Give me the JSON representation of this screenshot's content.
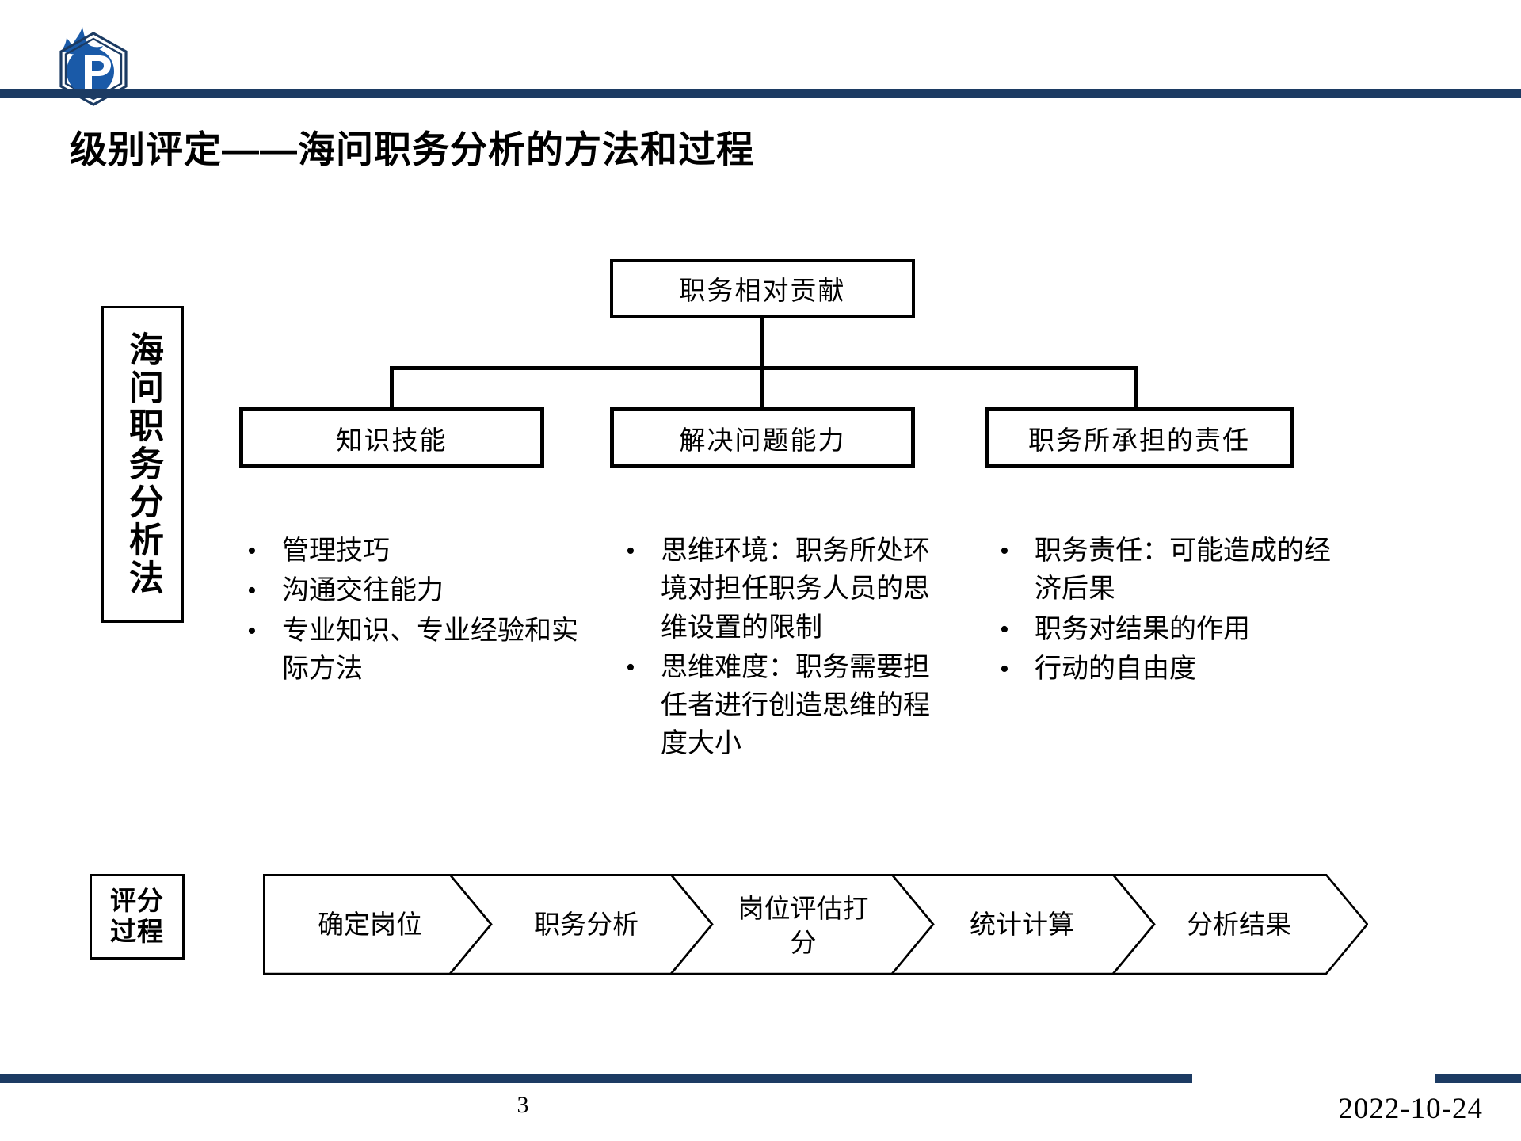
{
  "header": {
    "logo_icon": "hexagon-flame-p-logo",
    "rule_color": "#1c3b63",
    "title": "级别评定——海问职务分析的方法和过程"
  },
  "tree": {
    "top_box": "职务相对贡献",
    "branches": [
      {
        "label": "知识技能"
      },
      {
        "label": "解决问题能力"
      },
      {
        "label": "职务所承担的责任"
      }
    ]
  },
  "side_label": {
    "text": "海问职务分析法"
  },
  "columns": [
    {
      "bullet_glyph": "•",
      "items": [
        "管理技巧",
        "沟通交往能力",
        "专业知识、专业经验和实际方法"
      ]
    },
    {
      "bullet_glyph": "•",
      "items": [
        "思维环境：职务所处环境对担任职务人员的思维设置的限制",
        "思维难度：职务需要担任者进行创造思维的程度大小"
      ]
    },
    {
      "bullet_glyph": "•",
      "items": [
        "职务责任：可能造成的经济后果",
        "职务对结果的作用",
        "行动的自由度"
      ]
    }
  ],
  "process": {
    "label_line1": "评分",
    "label_line2": "过程",
    "steps": [
      {
        "label": "确定岗位",
        "lines": [
          "确定岗位"
        ]
      },
      {
        "label": "职务分析",
        "lines": [
          "职务分析"
        ]
      },
      {
        "label": "岗位评估打分",
        "lines": [
          "岗位评估打",
          "分"
        ]
      },
      {
        "label": "统计计算",
        "lines": [
          "统计计算"
        ]
      },
      {
        "label": "分析结果",
        "lines": [
          "分析结果"
        ]
      }
    ]
  },
  "footer": {
    "page_number": "3",
    "date": "2022-10-24",
    "rule_color": "#1c3b63"
  }
}
